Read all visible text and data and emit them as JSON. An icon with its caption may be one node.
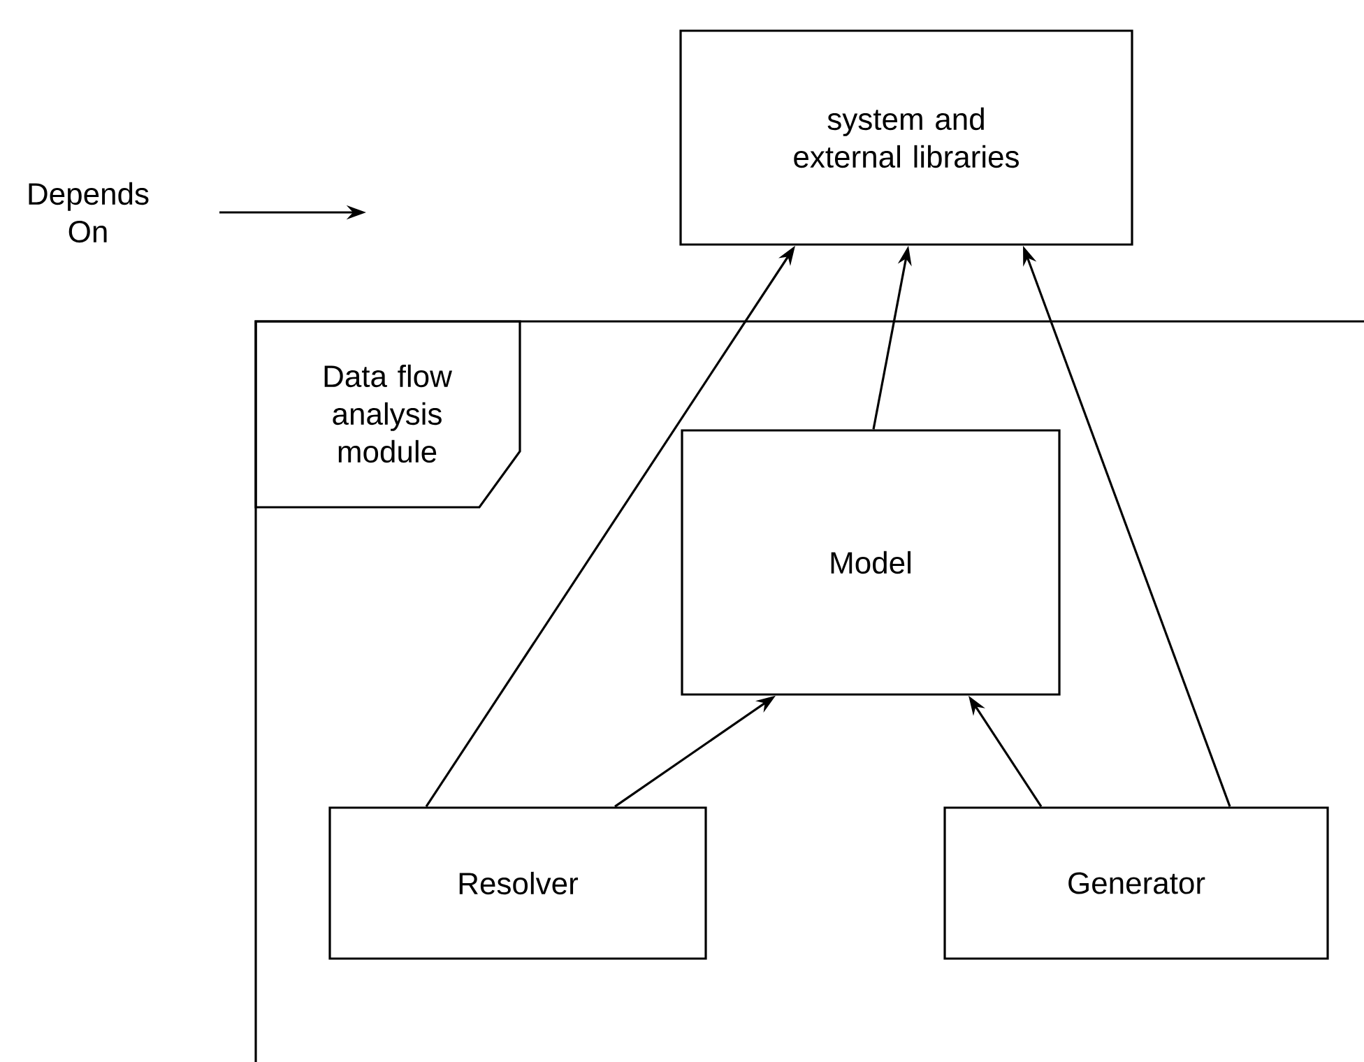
{
  "diagram": {
    "nodes": [
      {
        "text": [
          "system and external libraries"
        ]
      },
      {
        "text": [
          "Data flow analysis module"
        ]
      },
      {
        "text": [
          "Model"
        ],
        "in": 1
      },
      {
        "text": [
          "Resolver"
        ],
        "in": 1
      },
      {
        "text": [
          "Generator"
        ],
        "in": 1
      }
    ],
    "edges": [
      {
        "from": 3,
        "to": 0,
        "arrow": "to"
      },
      {
        "from": 2,
        "to": 0,
        "arrow": "to"
      },
      {
        "from": 4,
        "to": 0,
        "arrow": "to"
      },
      {
        "from": 3,
        "to": 2,
        "arrow": "to"
      },
      {
        "from": 4,
        "to": 2,
        "arrow": "to"
      }
    ],
    "legend": [
      {
        "text": "Depends On"
      }
    ]
  }
}
